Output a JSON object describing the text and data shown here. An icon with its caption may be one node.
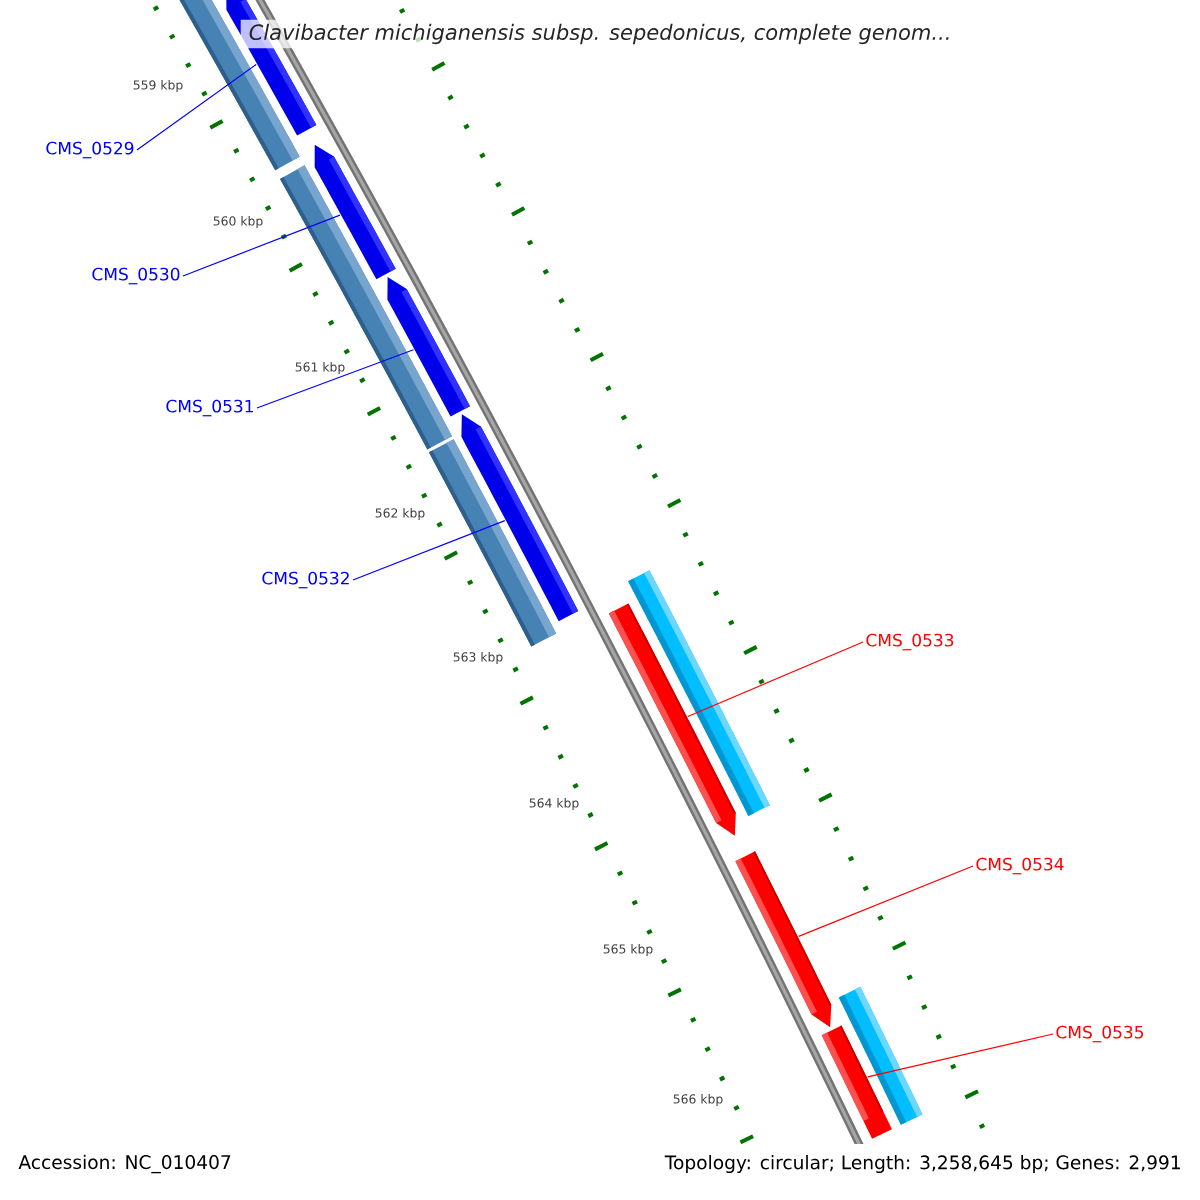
{
  "diagram": {
    "title": "Clavibacter michiganensis subsp. sepedonicus, complete genom...",
    "nodes": [
      {
        "text": [
          "CMS_0529"
        ]
      },
      {
        "text": [
          "CMS_0530"
        ]
      },
      {
        "text": [
          "CMS_0531"
        ]
      },
      {
        "text": [
          "CMS_0532"
        ]
      },
      {
        "text": [
          "CMS_0533"
        ]
      },
      {
        "text": [
          "CMS_0534"
        ]
      },
      {
        "text": [
          "CMS_0535"
        ]
      },
      {
        "text": [],
        "shape": "bar"
      },
      {
        "text": [],
        "shape": "bar"
      },
      {
        "text": [],
        "shape": "bar"
      },
      {
        "text": [],
        "shape": "bar"
      },
      {
        "text": [],
        "shape": "bar"
      },
      {
        "text": [],
        "shape": "bar"
      },
      {
        "text": [],
        "shape": "bar"
      }
    ],
    "edges": [
      {
        "from": 0,
        "to": 7,
        "arrow": "none"
      },
      {
        "from": 1,
        "to": 8,
        "arrow": "none"
      },
      {
        "from": 2,
        "to": 9,
        "arrow": "none"
      },
      {
        "from": 3,
        "to": 10,
        "arrow": "none"
      },
      {
        "from": 4,
        "to": 11,
        "arrow": "none",
        "color": "#ff0000"
      },
      {
        "from": 5,
        "to": 12,
        "arrow": "none",
        "color": "#ff0000"
      },
      {
        "from": 6,
        "to": 13,
        "arrow": "none",
        "color": "#ff0000"
      }
    ],
    "labels": [
      "559 kbp",
      "560 kbp",
      "561 kbp",
      "562 kbp",
      "563 kbp",
      "564 kbp",
      "565 kbp",
      "566 kbp",
      "Accession: NC_010407",
      "Topology: circular; Length: 3,258,645 bp; Genes: 2,991"
    ]
  }
}
